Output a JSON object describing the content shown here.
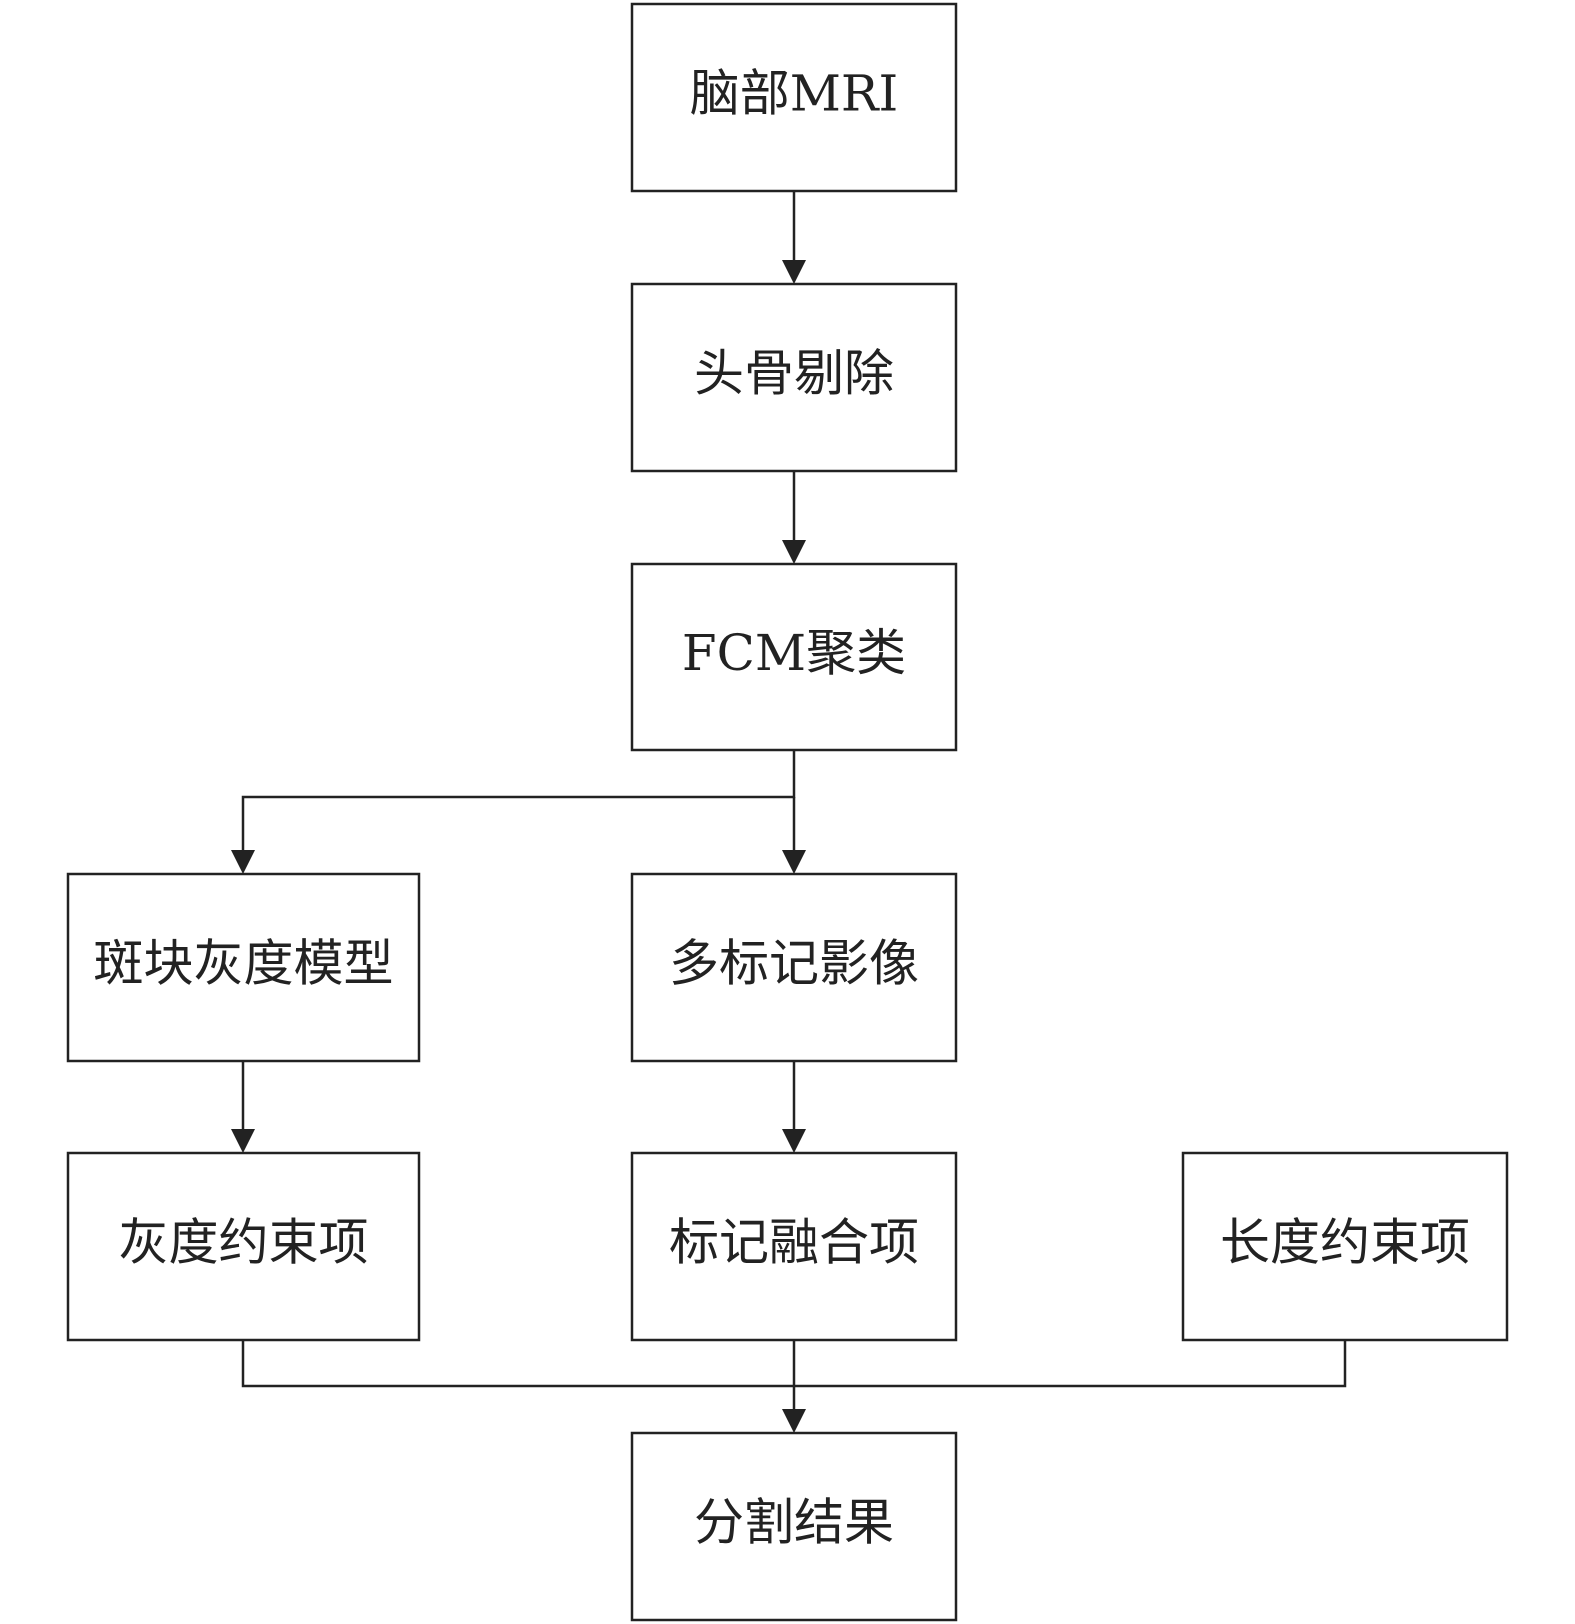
{
  "diagram": {
    "nodes": [
      {
        "id": "brain-mri",
        "label": "脑部MRI"
      },
      {
        "id": "skull-strip",
        "label": "头骨剔除"
      },
      {
        "id": "fcm-cluster",
        "label": "FCM聚类"
      },
      {
        "id": "plaque-gray-model",
        "label": "斑块灰度模型"
      },
      {
        "id": "multi-atlas",
        "label": "多标记影像"
      },
      {
        "id": "gray-constraint",
        "label": "灰度约束项"
      },
      {
        "id": "label-fusion",
        "label": "标记融合项"
      },
      {
        "id": "length-constraint",
        "label": "长度约束项"
      },
      {
        "id": "seg-result",
        "label": "分割结果"
      }
    ],
    "edges": [
      {
        "from": "brain-mri",
        "to": "skull-strip"
      },
      {
        "from": "skull-strip",
        "to": "fcm-cluster"
      },
      {
        "from": "fcm-cluster",
        "to": "plaque-gray-model"
      },
      {
        "from": "fcm-cluster",
        "to": "multi-atlas"
      },
      {
        "from": "plaque-gray-model",
        "to": "gray-constraint"
      },
      {
        "from": "multi-atlas",
        "to": "label-fusion"
      },
      {
        "from": "gray-constraint",
        "to": "seg-result"
      },
      {
        "from": "label-fusion",
        "to": "seg-result"
      },
      {
        "from": "length-constraint",
        "to": "seg-result"
      }
    ],
    "colors": {
      "stroke": "#222222",
      "fill": "#ffffff",
      "text": "#222222"
    }
  }
}
